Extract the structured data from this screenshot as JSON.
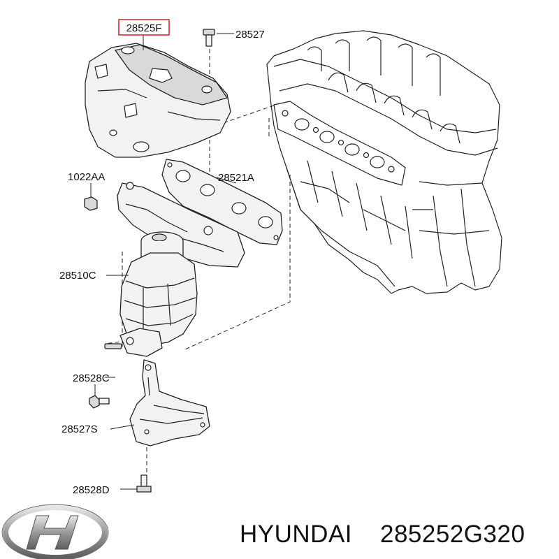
{
  "callouts": {
    "heat_shield": "28525F",
    "shield_bolt": "28527",
    "nut": "1022AA",
    "gasket": "28521A",
    "catalytic_manifold": "28510C",
    "bracket_bolt_upper": "28528C",
    "support_bracket": "28527S",
    "bracket_bolt_lower": "28528D"
  },
  "footer": {
    "brand_name": "HYUNDAI",
    "part_number": "285252G320"
  },
  "colors": {
    "highlight_box": "#cc2222",
    "line_art": "#222222",
    "logo_silver": "#9a9a9a"
  }
}
